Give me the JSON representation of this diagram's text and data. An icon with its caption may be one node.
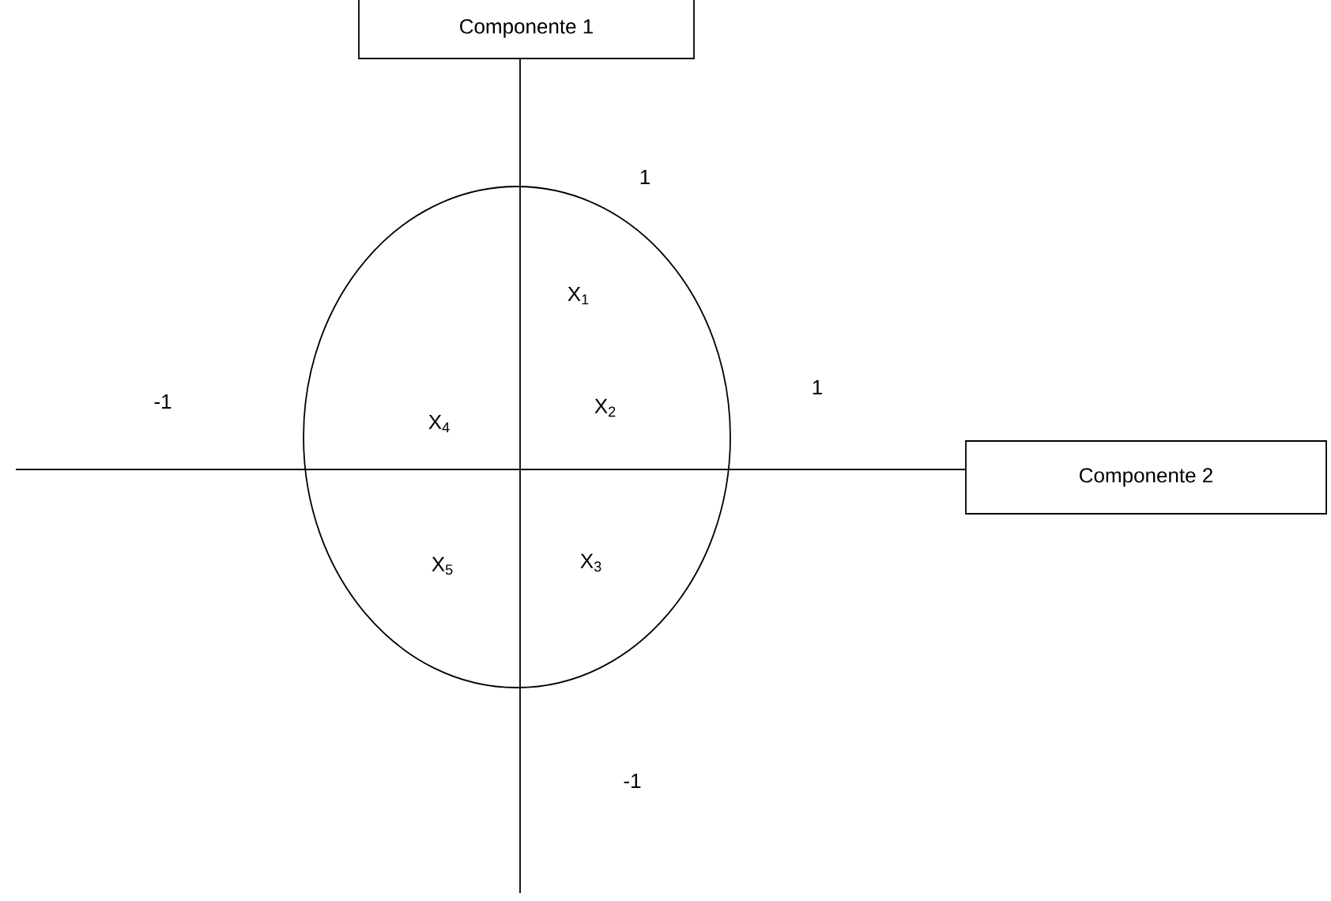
{
  "diagram": {
    "nodes": [
      {
        "text": [
          "Componente 1"
        ]
      },
      {
        "text": [
          "Componente 2"
        ]
      }
    ],
    "labels": [
      "1",
      "X$_{1}$",
      "-1",
      "X$_{4}$",
      "X$_{2}$",
      "1",
      "X$_{5}$",
      "X$_{3}$",
      "-1"
    ]
  }
}
